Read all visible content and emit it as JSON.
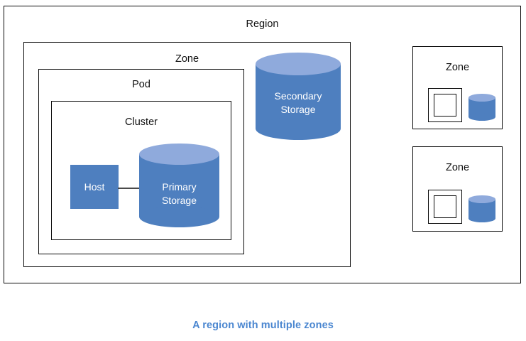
{
  "diagram": {
    "caption": "A region with multiple zones",
    "region": {
      "label": "Region",
      "zone_main": {
        "label": "Zone",
        "pod": {
          "label": "Pod",
          "cluster": {
            "label": "Cluster",
            "host": {
              "label": "Host"
            },
            "primary_storage": {
              "label": "Primary\nStorage",
              "line1": "Primary",
              "line2": "Storage"
            }
          }
        },
        "secondary_storage": {
          "label": "Secondary\nStorage",
          "line1": "Secondary",
          "line2": "Storage"
        }
      }
    },
    "zones_small": [
      {
        "label": "Zone"
      },
      {
        "label": "Zone"
      }
    ]
  },
  "colors": {
    "shape_fill": "#4E7FBF",
    "shape_top": "#8FAADC",
    "border": "#0A0A0A",
    "caption_text": "#4A86D0",
    "shape_text": "#FFFFFF",
    "connector": "#4A4A4A",
    "background": "#FFFFFF"
  }
}
